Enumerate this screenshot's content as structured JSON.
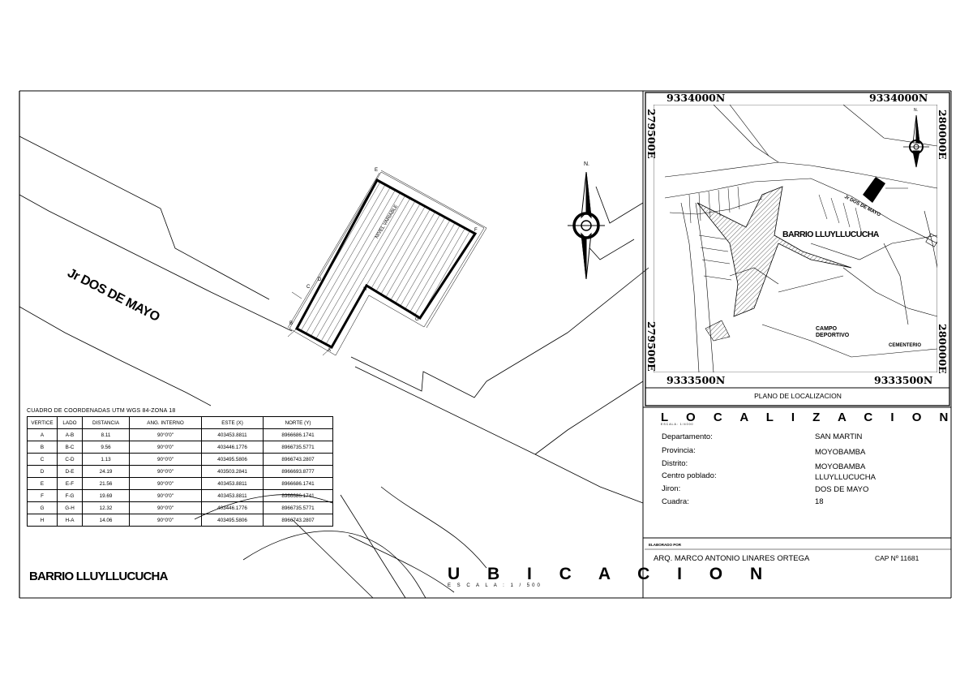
{
  "ubicacion": {
    "street_label": "Jr DOS DE MAYO",
    "barrio_label": "BARRIO LLUYLLUCUCHA",
    "title": "U B I C A C I O N",
    "escala": "E S C A L A :   1 / 500",
    "north": "N.",
    "lot_label": "NIVEL VARIABLE",
    "vertex_letters": [
      "A",
      "B",
      "C",
      "D",
      "E",
      "F",
      "G",
      "H"
    ]
  },
  "coordinates_table": {
    "title": "CUADRO DE COORDENADAS UTM WGS 84-ZONA 18",
    "headers": [
      "VERTICE",
      "LADO",
      "DISTANCIA",
      "ANG. INTERNO",
      "ESTE (X)",
      "NORTE (Y)"
    ],
    "rows": [
      [
        "A",
        "A-B",
        "8.11",
        "90°0'0\"",
        "403453.8811",
        "8966686.1741"
      ],
      [
        "B",
        "B-C",
        "9.56",
        "90°0'0\"",
        "403446.1776",
        "8966735.5771"
      ],
      [
        "C",
        "C-D",
        "1.13",
        "90°0'0\"",
        "403495.5806",
        "8966743.2807"
      ],
      [
        "D",
        "D-E",
        "24.19",
        "90°0'0\"",
        "403503.2841",
        "8966693.8777"
      ],
      [
        "E",
        "E-F",
        "21.56",
        "90°0'0\"",
        "403453.8811",
        "8966686.1741"
      ],
      [
        "F",
        "F-G",
        "19.69",
        "90°0'0\"",
        "403453.8811",
        "8966686.1741"
      ],
      [
        "G",
        "G-H",
        "12.32",
        "90°0'0\"",
        "403446.1776",
        "8966735.5771"
      ],
      [
        "H",
        "H-A",
        "14.06",
        "90°0'0\"",
        "403495.5806",
        "8966743.2807"
      ]
    ]
  },
  "location_map": {
    "top_left": "9334000N",
    "top_right": "9334000N",
    "bottom_left": "9333500N",
    "bottom_right": "9333500N",
    "left_top": "279500E",
    "left_bottom": "279500E",
    "right_top": "280000E",
    "right_bottom": "280000E",
    "barrio": "BARRIO LLUYLLUCUCHA",
    "street": "Jr DOS DE MAYO",
    "campo": [
      "CAMPO",
      "DEPORTIVO"
    ],
    "cementerio": "CEMENTERIO",
    "north": "N.",
    "title": "PLANO DE LOCALIZACION"
  },
  "localizacion": {
    "title": "L O C A L I Z A C I O N",
    "escala": "ESCALA: 1/4000",
    "fields": [
      {
        "label": "Departamento:",
        "value": "SAN MARTIN"
      },
      {
        "label": "Provincia:",
        "value": "MOYOBAMBA"
      },
      {
        "label": "Distrito:",
        "value": "MOYOBAMBA"
      },
      {
        "label": "Centro poblado:",
        "value": "LLUYLLUCUCHA"
      },
      {
        "label": "Jiron:",
        "value": "DOS DE MAYO"
      },
      {
        "label": "Cuadra:",
        "value": "18"
      }
    ]
  },
  "elaborado": {
    "label": "ELABORADO POR",
    "name": "ARQ. MARCO ANTONIO LINARES ORTEGA",
    "cap": "CAP Nº 11681"
  }
}
